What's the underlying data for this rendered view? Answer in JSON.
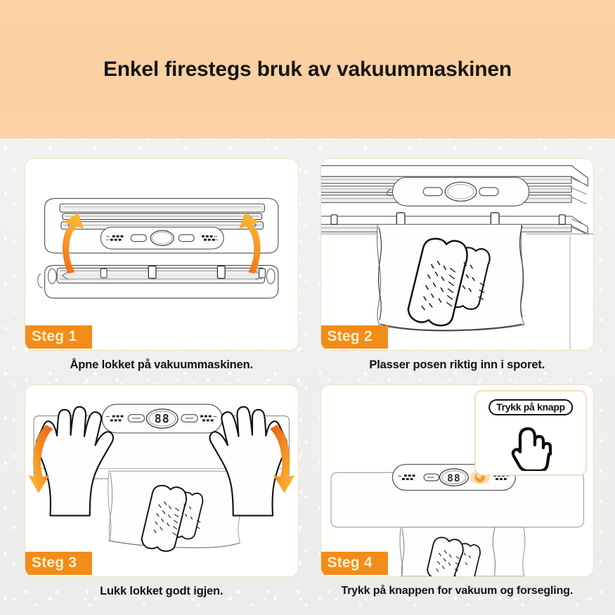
{
  "header": {
    "title": "Enkel firestegs bruk av vakuummaskinen",
    "background_color": "#fbd0a2"
  },
  "theme": {
    "accent_orange": "#f28c1b",
    "badge_text_color": "#fbf0c8",
    "panel_border": "#eee0c3",
    "page_background": "#f1f1ef",
    "arrow_gradient_from": "#f0691a",
    "arrow_gradient_to": "#fcb92c"
  },
  "steps": [
    {
      "badge": "Steg 1",
      "caption": "Åpne lokket på vakuummaskinen.",
      "illustration": "vacuum-sealer-open-lid-with-up-arrows",
      "display_value": "",
      "arrows": [
        "up-left",
        "up-right"
      ]
    },
    {
      "badge": "Steg 2",
      "caption": "Plasser posen riktig inn i sporet.",
      "illustration": "bag-with-bread-slices-inserted-into-slot",
      "display_value": "",
      "arrows": []
    },
    {
      "badge": "Steg 3",
      "caption": "Lukk lokket godt igjen.",
      "illustration": "two-hands-pressing-lid-closed",
      "display_value": "88",
      "arrows": [
        "down-left",
        "down-right"
      ]
    },
    {
      "badge": "Steg 4",
      "caption": "Trykk på knappen for vakuum og forsegling.",
      "illustration": "press-button-with-callout",
      "display_value": "88",
      "arrows": [],
      "callout": {
        "label": "Trykk på knapp",
        "icon": "tapping-hand-icon",
        "highlight_color": "#f7931e"
      }
    }
  ]
}
